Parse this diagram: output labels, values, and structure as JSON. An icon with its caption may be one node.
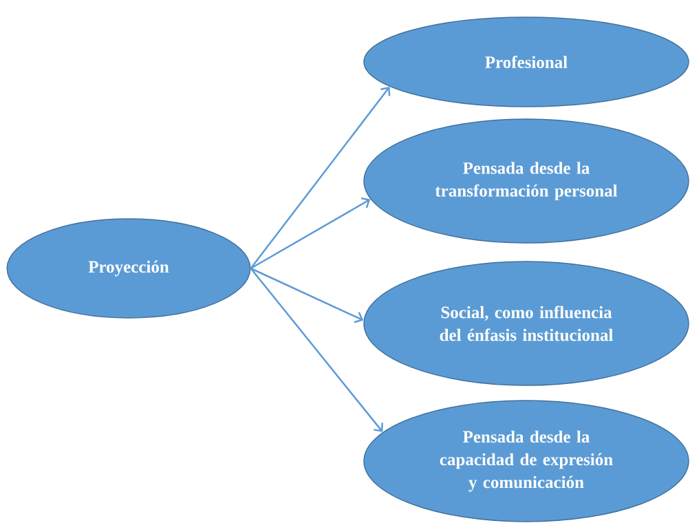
{
  "diagram": {
    "nodes": [
      {
        "text": [
          "Proyección"
        ]
      },
      {
        "text": [
          "Profesional"
        ]
      },
      {
        "text": [
          "Pensada desde la transformación personal"
        ]
      },
      {
        "text": [
          "Social, como influencia del énfasis institucional"
        ]
      },
      {
        "text": [
          "Pensada desde la capacidad de expresión y comunicación"
        ]
      }
    ],
    "edges": [
      {
        "from": 0,
        "to": 1,
        "arrow": "to"
      },
      {
        "from": 0,
        "to": 2,
        "arrow": "to"
      },
      {
        "from": 0,
        "to": 3,
        "arrow": "to"
      },
      {
        "from": 0,
        "to": 4,
        "arrow": "to"
      }
    ]
  }
}
